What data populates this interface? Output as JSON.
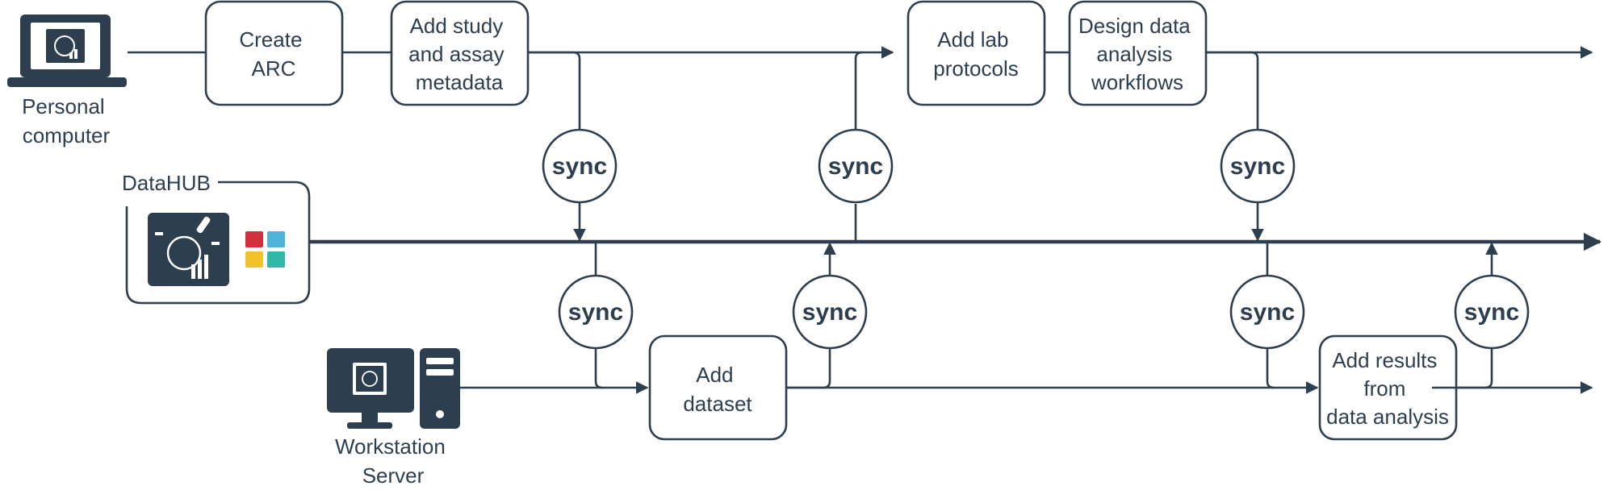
{
  "devices": {
    "personal_computer": {
      "label": [
        "Personal",
        "computer"
      ]
    },
    "datahub": {
      "label": "DataHUB"
    },
    "workstation": {
      "label": [
        "Workstation",
        "Server"
      ]
    }
  },
  "steps": {
    "create_arc": [
      "Create",
      "ARC"
    ],
    "add_study": [
      "Add study",
      "and assay",
      "metadata"
    ],
    "add_lab": [
      "Add lab",
      "protocols"
    ],
    "design_workflows": [
      "Design data",
      "analysis",
      "workflows"
    ],
    "add_dataset": [
      "Add",
      "dataset"
    ],
    "add_results": [
      "Add results",
      "from",
      "data analysis"
    ]
  },
  "sync_label": "sync",
  "colors": {
    "ink": "#2d3e4f",
    "tile_red": "#d2303c",
    "tile_blue": "#4fb2d9",
    "tile_yellow": "#f2c22a",
    "tile_teal": "#2fb8a8"
  }
}
